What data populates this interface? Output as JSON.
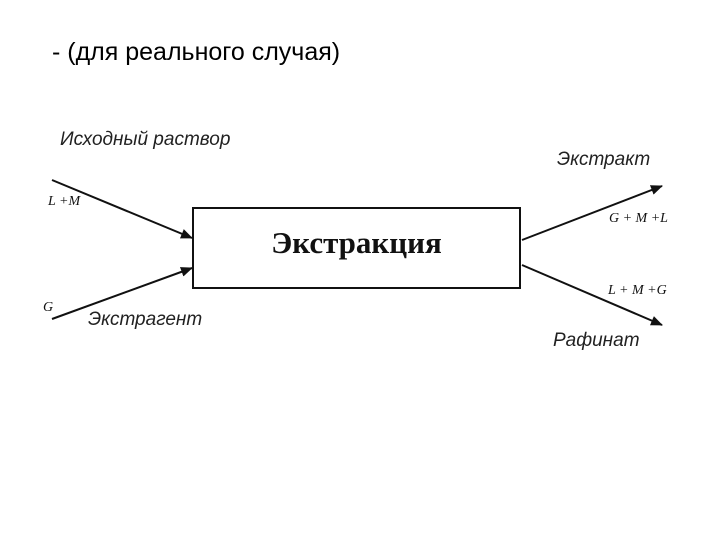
{
  "slide": {
    "title": "- (для реального случая)"
  },
  "diagram": {
    "process": "Экстракция",
    "inputs": [
      {
        "name": "Исходный раствор",
        "formula": "L +M"
      },
      {
        "name": "Экстрагент",
        "formula": "G"
      }
    ],
    "outputs": [
      {
        "name": "Экстракт",
        "formula": "G + M +L"
      },
      {
        "name": "Рафинат",
        "formula": "L + M +G"
      }
    ]
  }
}
